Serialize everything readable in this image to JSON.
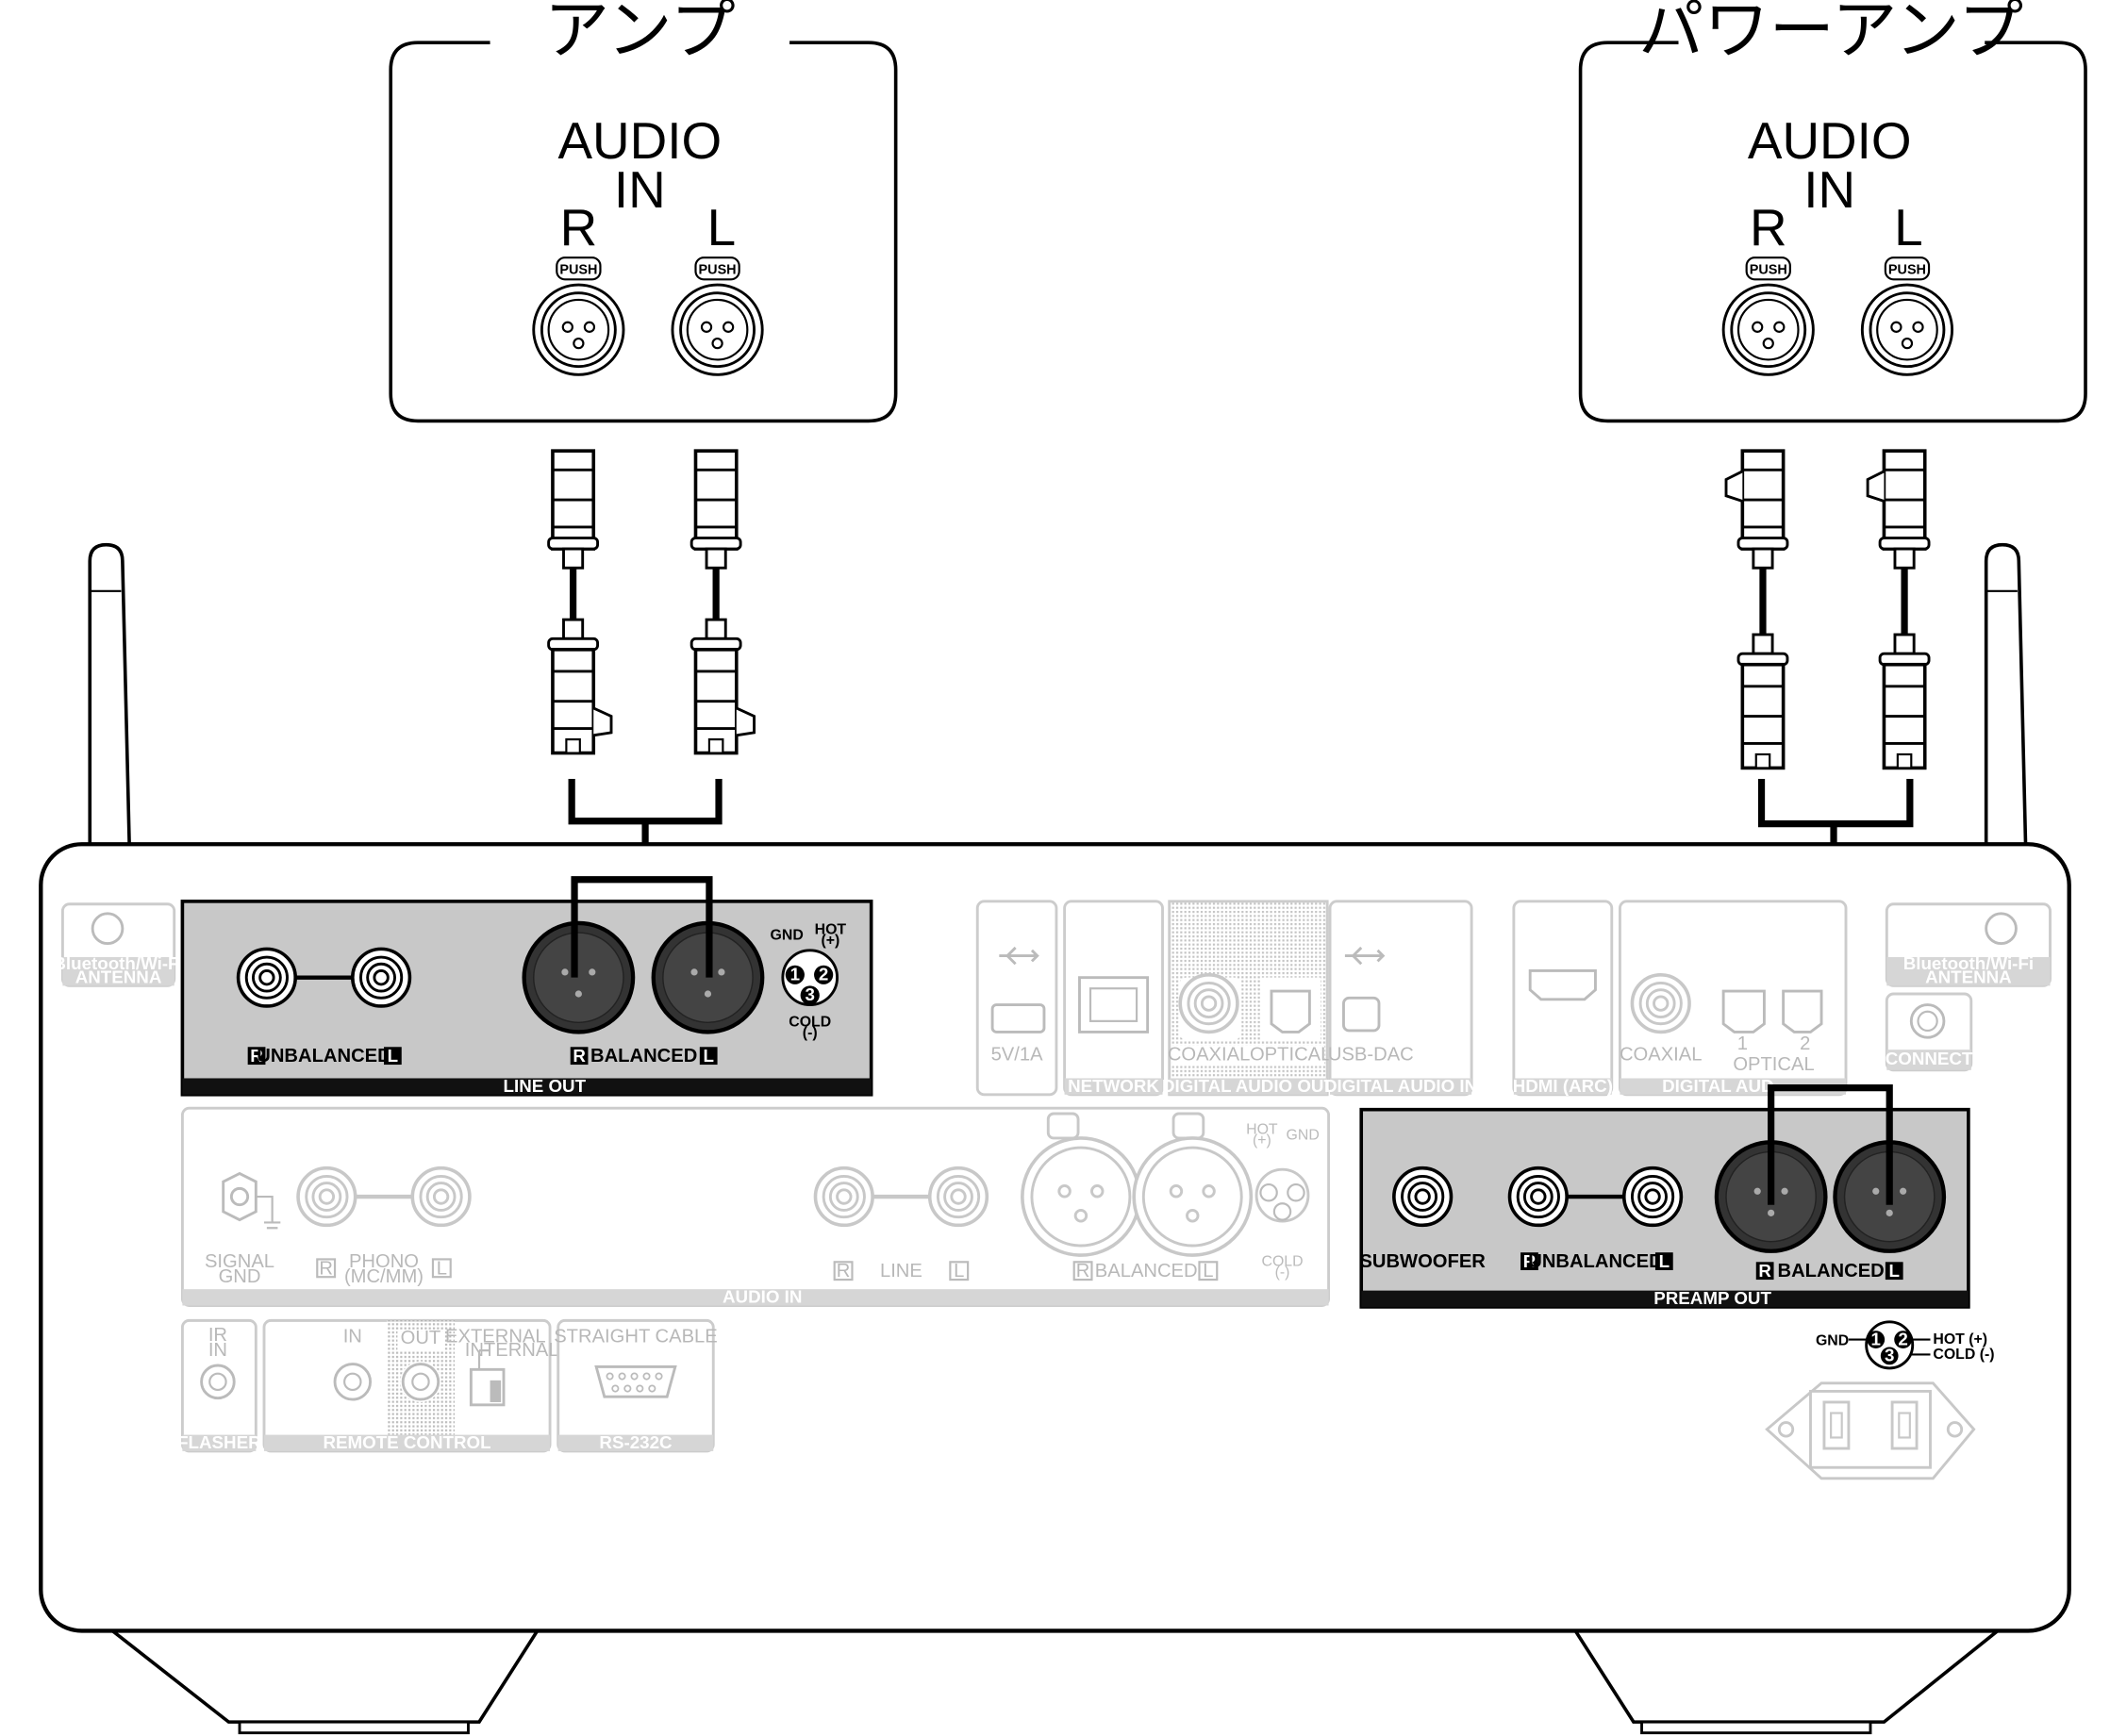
{
  "amp": {
    "title": "アンプ",
    "audio": "AUDIO",
    "in": "IN",
    "r": "R",
    "l": "L",
    "push": "PUSH"
  },
  "power_amp": {
    "title": "パワーアンプ",
    "audio": "AUDIO",
    "in": "IN",
    "r": "R",
    "l": "L",
    "push": "PUSH"
  },
  "antenna": {
    "left_label_1": "Bluetooth/Wi-Fi",
    "left_label_2": "ANTENNA",
    "right_label_1": "Bluetooth/Wi-Fi",
    "right_label_2": "ANTENNA",
    "connect": "CONNECT"
  },
  "line_out": {
    "r": "R",
    "l": "L",
    "unbalanced": "UNBALANCED",
    "balanced": "BALANCED",
    "panel_title": "LINE OUT",
    "gnd": "GND",
    "hot": "HOT",
    "hot_sign": "(+)",
    "cold": "COLD",
    "cold_sign": "(-)",
    "pin1": "1",
    "pin2": "2",
    "pin3": "3"
  },
  "top_row": {
    "usb_power": "5V/1A",
    "network": "NETWORK",
    "coaxial": "COAXIAL",
    "optical": "OPTICAL",
    "digital_audio_out": "DIGITAL AUDIO OUT",
    "usb_dac": "USB-DAC",
    "digital_audio_in": "DIGITAL AUDIO IN",
    "hdmi": "HDMI (ARC)",
    "coaxial2": "COAXIAL",
    "opt1": "1",
    "opt2": "2",
    "optical2": "OPTICAL",
    "digital_aud": "DIGITAL AUD"
  },
  "audio_in": {
    "signal": "SIGNAL",
    "gnd": "GND",
    "r": "R",
    "l": "L",
    "phono": "PHONO",
    "phono_sub": "(MC/MM)",
    "line": "LINE",
    "balanced": "BALANCED",
    "hot": "HOT",
    "hot_sign": "(+)",
    "gnd2": "GND",
    "cold": "COLD",
    "cold_sign": "(-)",
    "panel_title": "AUDIO IN"
  },
  "preamp_out": {
    "subwoofer": "SUBWOOFER",
    "r": "R",
    "l": "L",
    "unbalanced": "UNBALANCED",
    "balanced": "BALANCED",
    "panel_title": "PREAMP OUT"
  },
  "pin_legend": {
    "gnd": "GND",
    "hot": "HOT (+)",
    "cold": "COLD (-)",
    "pin1": "1",
    "pin2": "2",
    "pin3": "3"
  },
  "bottom_row": {
    "ir": "IR",
    "ir_in": "IN",
    "flasher": "FLASHER",
    "rc_in": "IN",
    "rc_out": "OUT",
    "external": "EXTERNAL",
    "internal": "INTERNAL",
    "remote_control": "REMOTE CONTROL",
    "straight_cable": "STRAIGHT CABLE",
    "rs232c": "RS-232C"
  }
}
